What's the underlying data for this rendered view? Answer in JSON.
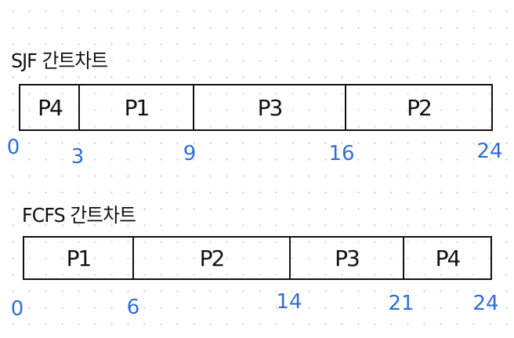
{
  "sjf": {
    "title": "SJF 간트차트",
    "processes": [
      "P4",
      "P1",
      "P3",
      "P2"
    ],
    "times": [
      "0",
      "3",
      "9",
      "16",
      "24"
    ]
  },
  "fcfs": {
    "title": "FCFS 간트차트",
    "processes": [
      "P1",
      "P2",
      "P3",
      "P4"
    ],
    "times": [
      "0",
      "6",
      "14",
      "21",
      "24"
    ]
  },
  "colors": {
    "ink": "#111111",
    "time_labels": "#2f6fd6",
    "grid_dots": "#c9c9c9"
  }
}
